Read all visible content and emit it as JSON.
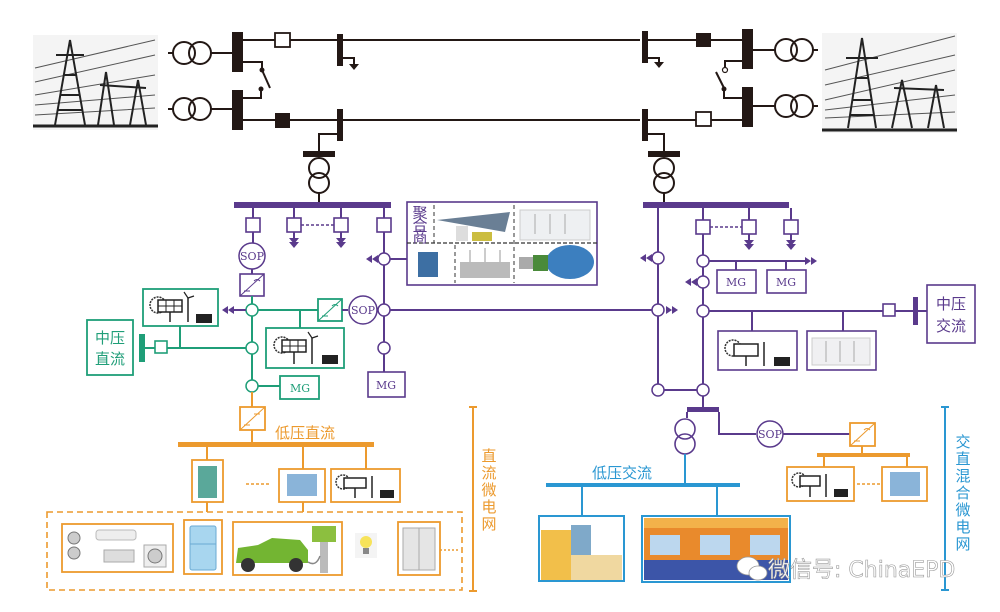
{
  "diagram": {
    "title": "AC/DC hybrid distribution network with microgrids",
    "nodes": {
      "sop": "SOP",
      "mg": "MG",
      "aggregator": "聚合商",
      "mv_dc": [
        "中压",
        "直流"
      ],
      "mv_ac": [
        "中压",
        "交流"
      ],
      "lv_dc": "低压直流",
      "lv_ac": "低压交流",
      "dc_microgrid": "直流微电网",
      "acdc_microgrid": "交直混合微电网"
    },
    "icons": [
      "transmission-tower",
      "transformer",
      "breaker-open",
      "breaker-closed",
      "switch",
      "load-arrow",
      "converter",
      "pv-wind-storage",
      "energy-storage",
      "building",
      "ev-charger",
      "refrigerator",
      "air-conditioner",
      "light-bulb",
      "elevator",
      "mall"
    ],
    "colors": {
      "hv": "#231815",
      "mv_ac": "#5a3a8c",
      "mv_dc": "#1f9e78",
      "lv_dc": "#ec9a2e",
      "lv_ac": "#2a97d2"
    },
    "watermark": "微信号: ChinaEPD"
  }
}
